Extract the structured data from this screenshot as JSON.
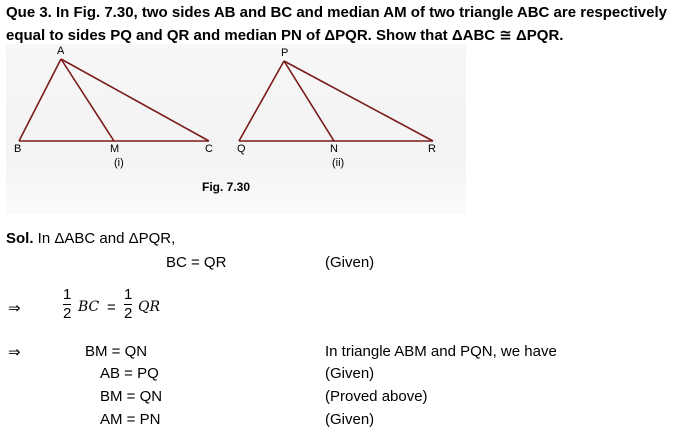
{
  "question": {
    "line1": "Que 3. In Fig. 7.30, two sides AB and BC and median AM of two triangle ABC are respectively",
    "line2": "equal to sides PQ and QR and median PN of ΔPQR. Show that ΔABC ≅ ΔPQR."
  },
  "figure": {
    "left_labels": {
      "A": "A",
      "B": "B",
      "M": "M",
      "C": "C",
      "caption": "(i)"
    },
    "right_labels": {
      "P": "P",
      "Q": "Q",
      "N": "N",
      "R": "R",
      "caption": "(ii)"
    },
    "title": "Fig. 7.30"
  },
  "solution": {
    "intro": "Sol. In ΔABC and ΔPQR,",
    "step1": {
      "stmt": "BC = QR",
      "reason": "(Given)"
    },
    "implies": "⇒",
    "step2": {
      "frac_num": "1",
      "frac_den": "2",
      "left_var": "BC",
      "equals": "=",
      "right_var": "QR"
    },
    "step3": {
      "stmt": "BM = QN",
      "reason": "In triangle ABM and PQN, we have"
    },
    "step4": {
      "stmt": "AB = PQ",
      "reason": "(Given)"
    },
    "step5": {
      "stmt": "BM = QN",
      "reason": "(Proved above)"
    },
    "step6": {
      "stmt": "AM = PN",
      "reason": "(Given)"
    }
  }
}
